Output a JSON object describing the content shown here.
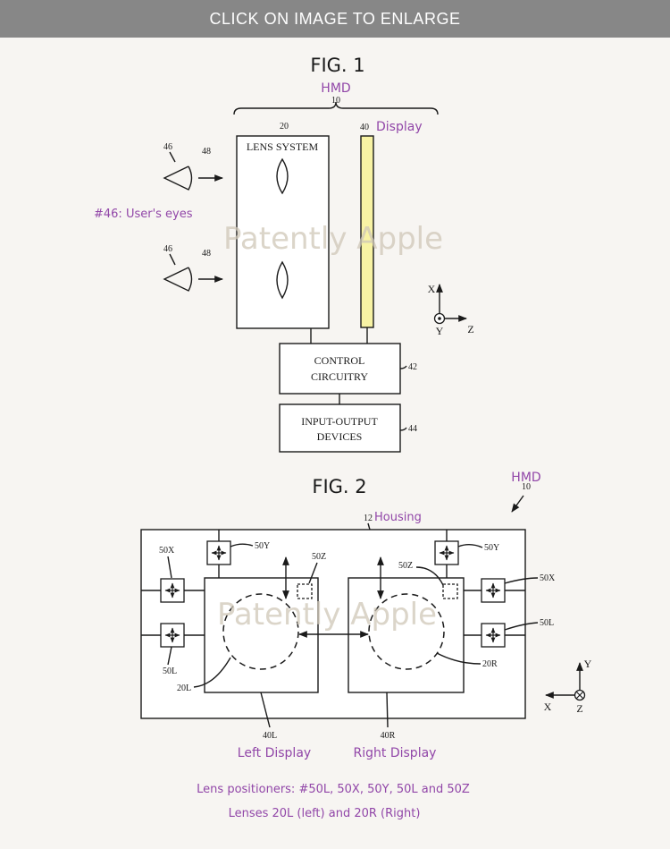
{
  "banner": {
    "text": "CLICK ON IMAGE TO ENLARGE"
  },
  "watermark": "Patently Apple",
  "fig1": {
    "title": "FIG. 1",
    "hmd_label": "HMD",
    "hmd_ref": "10",
    "lens_ref": "20",
    "lens_label": "LENS SYSTEM",
    "display_ref": "40",
    "display_label": "Display",
    "eye_ref": "46",
    "light_ref": "48",
    "eyes_note": "#46: User's eyes",
    "control_line1": "CONTROL",
    "control_line2": "CIRCUITRY",
    "control_ref": "42",
    "io_line1": "INPUT-OUTPUT",
    "io_line2": "DEVICES",
    "io_ref": "44",
    "axis_x": "X",
    "axis_y": "Y",
    "axis_z": "Z",
    "display_color": "#f8f3a4"
  },
  "fig2": {
    "title": "FIG. 2",
    "hmd_label": "HMD",
    "hmd_ref": "10",
    "housing_ref": "12",
    "housing_label": "Housing",
    "ref_50x": "50X",
    "ref_50y": "50Y",
    "ref_50z": "50Z",
    "ref_50l": "50L",
    "ref_20l": "20L",
    "ref_20r": "20R",
    "ref_40l": "40L",
    "ref_40r": "40R",
    "left_display": "Left Display",
    "right_display": "Right Display",
    "axis_x": "X",
    "axis_y": "Y",
    "axis_z": "Z"
  },
  "notes": {
    "line1": "Lens positioners: #50L, 50X, 50Y, 50L and 50Z",
    "line2": "Lenses 20L (left) and 20R (Right)"
  },
  "colors": {
    "accent": "#9146a8",
    "banner": "#878787",
    "background": "#f7f5f2"
  }
}
